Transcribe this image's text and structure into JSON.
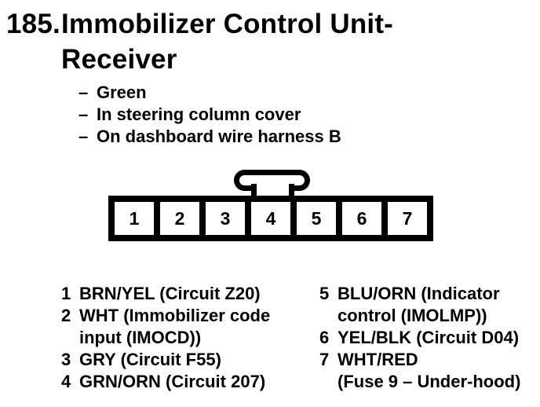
{
  "header": {
    "number": "185.",
    "title_line1": "Immobilizer Control Unit-",
    "title_line2": "Receiver"
  },
  "notes": {
    "bullet": "–",
    "items": [
      "Green",
      "In steering column cover",
      "On dashboard wire harness B"
    ]
  },
  "connector": {
    "pins": [
      "1",
      "2",
      "3",
      "4",
      "5",
      "6",
      "7"
    ]
  },
  "pin_legend": {
    "left": [
      {
        "num": "1",
        "lines": [
          "BRN/YEL (Circuit Z20)"
        ]
      },
      {
        "num": "2",
        "lines": [
          "WHT (Immobilizer code",
          "input (IMOCD))"
        ]
      },
      {
        "num": "3",
        "lines": [
          "GRY (Circuit F55)"
        ]
      },
      {
        "num": "4",
        "lines": [
          "GRN/ORN (Circuit 207)"
        ]
      }
    ],
    "right": [
      {
        "num": "5",
        "lines": [
          "BLU/ORN (Indicator",
          "control (IMOLMP))"
        ]
      },
      {
        "num": "6",
        "lines": [
          "YEL/BLK (Circuit D04)"
        ]
      },
      {
        "num": "7",
        "lines": [
          "WHT/RED",
          "(Fuse 9 – Under-hood)"
        ]
      }
    ]
  },
  "colors": {
    "ink": "#000000",
    "paper": "#ffffff"
  }
}
